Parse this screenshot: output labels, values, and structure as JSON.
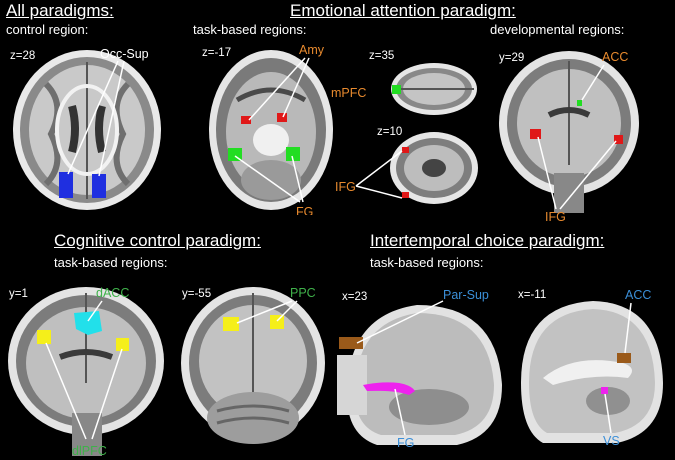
{
  "headers": {
    "all_paradigms": "All paradigms:",
    "emotional": "Emotional attention paradigm:",
    "cognitive": "Cognitive control paradigm:",
    "intertemporal": "Intertemporal choice paradigm:"
  },
  "subheaders": {
    "control_region": "control region:",
    "emo_task": "task-based regions:",
    "developmental": "developmental regions:",
    "cog_task": "task-based regions:",
    "inter_task": "task-based regions:"
  },
  "coords": {
    "p1": "z=28",
    "p2": "z=-17",
    "p3a": "z=35",
    "p3b": "z=10",
    "p4": "y=29",
    "p5": "y=1",
    "p6": "y=-55",
    "p7": "x=23",
    "p8": "x=-11"
  },
  "labels": {
    "occ_sup": "Occ-Sup",
    "amy": "Amy",
    "fg_emo": "FG",
    "mpfc": "mPFC",
    "ifg_axial": "IFG",
    "acc_dev": "ACC",
    "ifg_dev": "IFG",
    "dacc": "dACC",
    "dlpfc": "dlPFC",
    "ppc": "PPC",
    "par_sup": "Par-Sup",
    "fg_inter": "FG",
    "acc_inter": "ACC",
    "vs": "VS"
  },
  "colors": {
    "background": "#000000",
    "label_orange": "#e88a2e",
    "label_green": "#3fb14a",
    "label_blue": "#3b8fd8",
    "roi_blue": "#1f2fe0",
    "roi_red": "#e01818",
    "roi_green": "#22dd22",
    "roi_yellow": "#f5ef1a",
    "roi_cyan": "#22e0ea",
    "roi_brown": "#9a5a1a",
    "roi_magenta": "#ee22ee"
  }
}
